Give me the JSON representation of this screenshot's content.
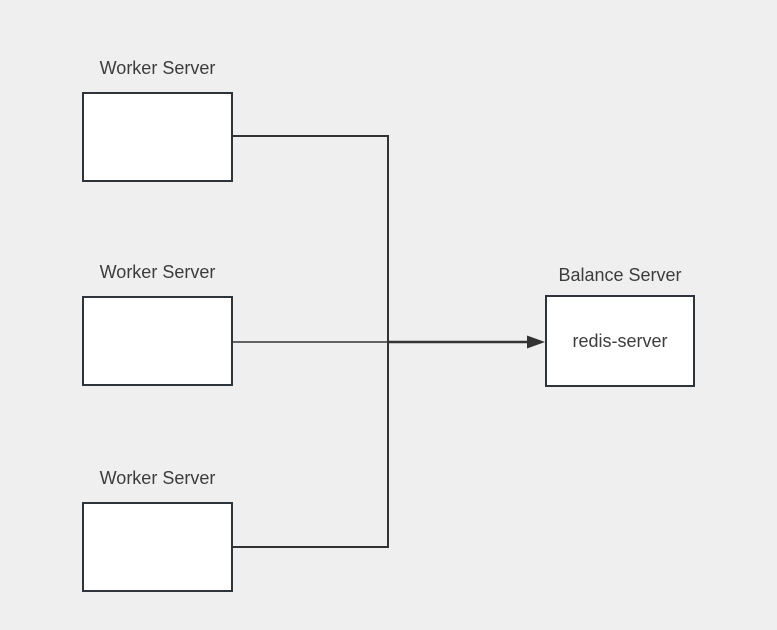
{
  "diagram": {
    "colors": {
      "background": "#efefef",
      "node_fill": "#ffffff",
      "node_border": "#2f343a",
      "edge": "#333333",
      "edge_thin": "#4f4f4f",
      "text": "#3c3c3c"
    },
    "workers": [
      {
        "label": "Worker Server"
      },
      {
        "label": "Worker Server"
      },
      {
        "label": "Worker Server"
      }
    ],
    "balance": {
      "label": "Balance Server",
      "content": "redis-server"
    }
  }
}
